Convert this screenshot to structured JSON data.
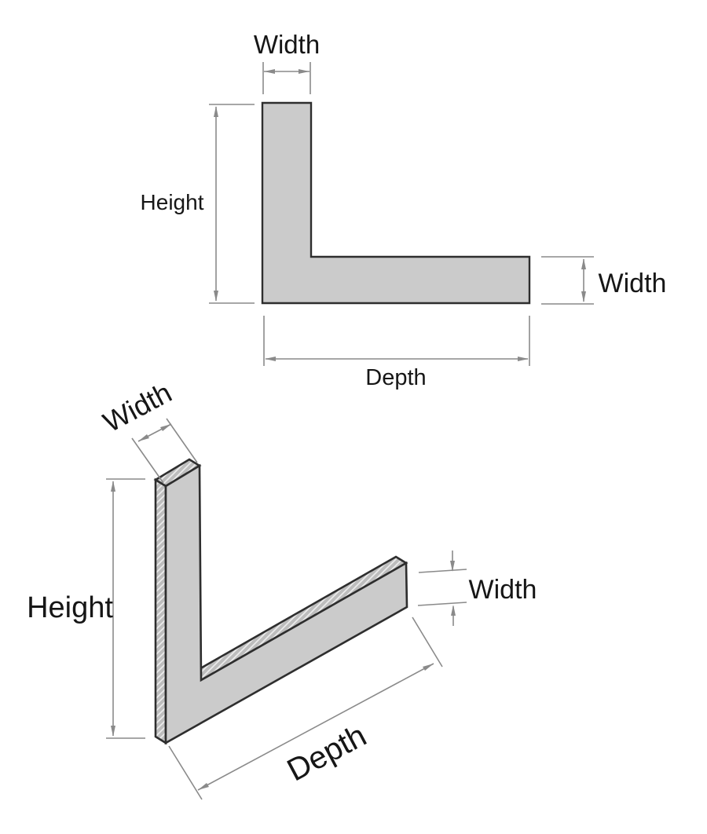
{
  "diagram": {
    "subject": "L-shaped angle profile dimension drawing",
    "colors": {
      "background": "#ffffff",
      "shape_fill": "#cbcbcb",
      "hatch_base": "#bdbdbd",
      "hatch_line": "#ebebeb",
      "outline": "#2e2e2e",
      "dimension_line": "#8a8a8a",
      "label_text": "#161616"
    },
    "views": {
      "cross_section": {
        "labels": {
          "width_top": "Width",
          "height": "Height",
          "width_right": "Width",
          "depth": "Depth"
        }
      },
      "isometric": {
        "labels": {
          "width_top": "Width",
          "height": "Height",
          "width_right": "Width",
          "depth": "Depth"
        }
      }
    }
  }
}
